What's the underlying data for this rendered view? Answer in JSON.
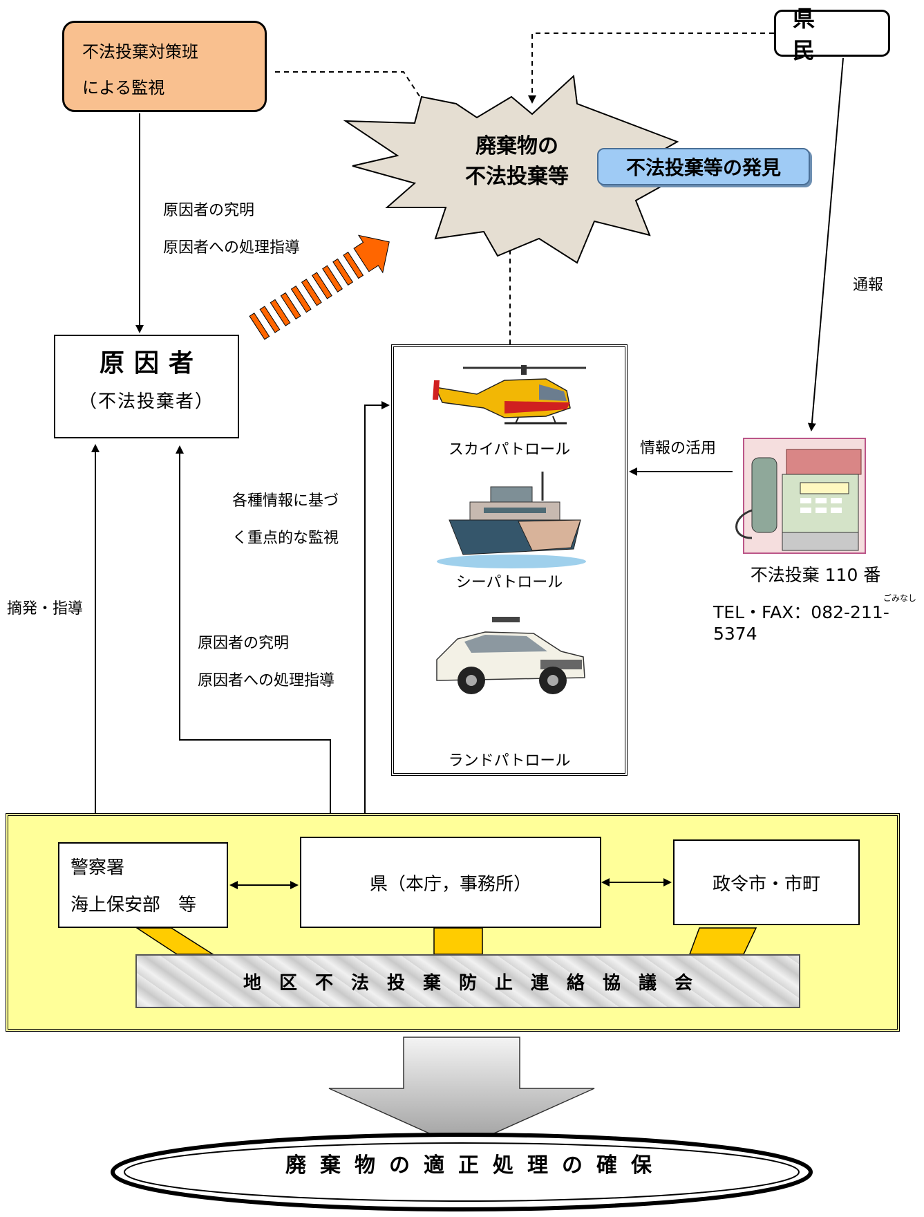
{
  "watch_team": {
    "line1": "不法投棄対策班",
    "line2": "による監視"
  },
  "citizen": {
    "label": "県 民"
  },
  "illegal_dumping": {
    "line1": "廃棄物の",
    "line2": "不法投棄等"
  },
  "discovery_badge": "不法投棄等の発見",
  "left_labels": {
    "identify_offender": "原因者の究明",
    "guidance_offender": "原因者への処理指導"
  },
  "report_label": "通報",
  "offender": {
    "title": "原因者",
    "subtitle": "（不法投棄者）"
  },
  "patrol": {
    "sky": "スカイパトロール",
    "sea": "シーパトロール",
    "land": "ランドパトロール"
  },
  "info_use_label": "情報の活用",
  "focused_watch": {
    "line1": "各種情報に基づ",
    "line2": "く重点的な監視"
  },
  "hotline": {
    "caption": "不法投棄 110 番",
    "tel": "TEL・FAX：082-211-5374",
    "ruby": "ごみなし"
  },
  "enforcement_label": "摘発・指導",
  "middle_labels": {
    "identify_offender": "原因者の究明",
    "guidance_offender": "原因者への処理指導"
  },
  "council": {
    "police": {
      "line1": "警察署",
      "line2": "海上保安部　等"
    },
    "prefecture": "県（本庁，事務所）",
    "cities": "政令市・市町",
    "name": "地区不法投棄防止連絡協議会"
  },
  "result": "廃棄物の適正処理の確保",
  "colors": {
    "watch_box": "#f9c08f",
    "discovery_badge": "#9fcbf5",
    "council_background": "#ffff99",
    "connector": "#ffcc00",
    "warning_arrow": "#ff6600",
    "starburst": "#e5ded2"
  },
  "icons": [
    "helicopter-icon",
    "boat-icon",
    "police-car-icon",
    "telephone-fax-icon"
  ]
}
